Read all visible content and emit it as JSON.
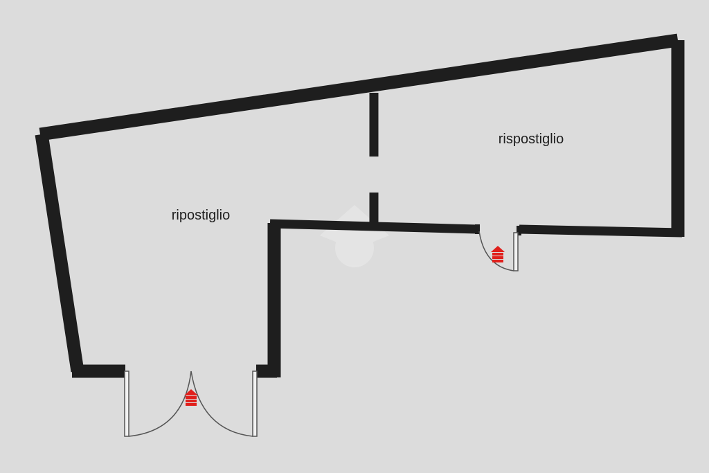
{
  "floor_plan": {
    "background_color": "#dcdcdc",
    "wall_color": "#1e1e1e",
    "entrance_marker_color": "#e0201c",
    "rooms": [
      {
        "label": "ripostiglio"
      },
      {
        "label": "rispostiglio"
      }
    ],
    "icons": {
      "watermark": "house-logo-watermark",
      "entrance": "entrance-arrow-icon"
    }
  }
}
